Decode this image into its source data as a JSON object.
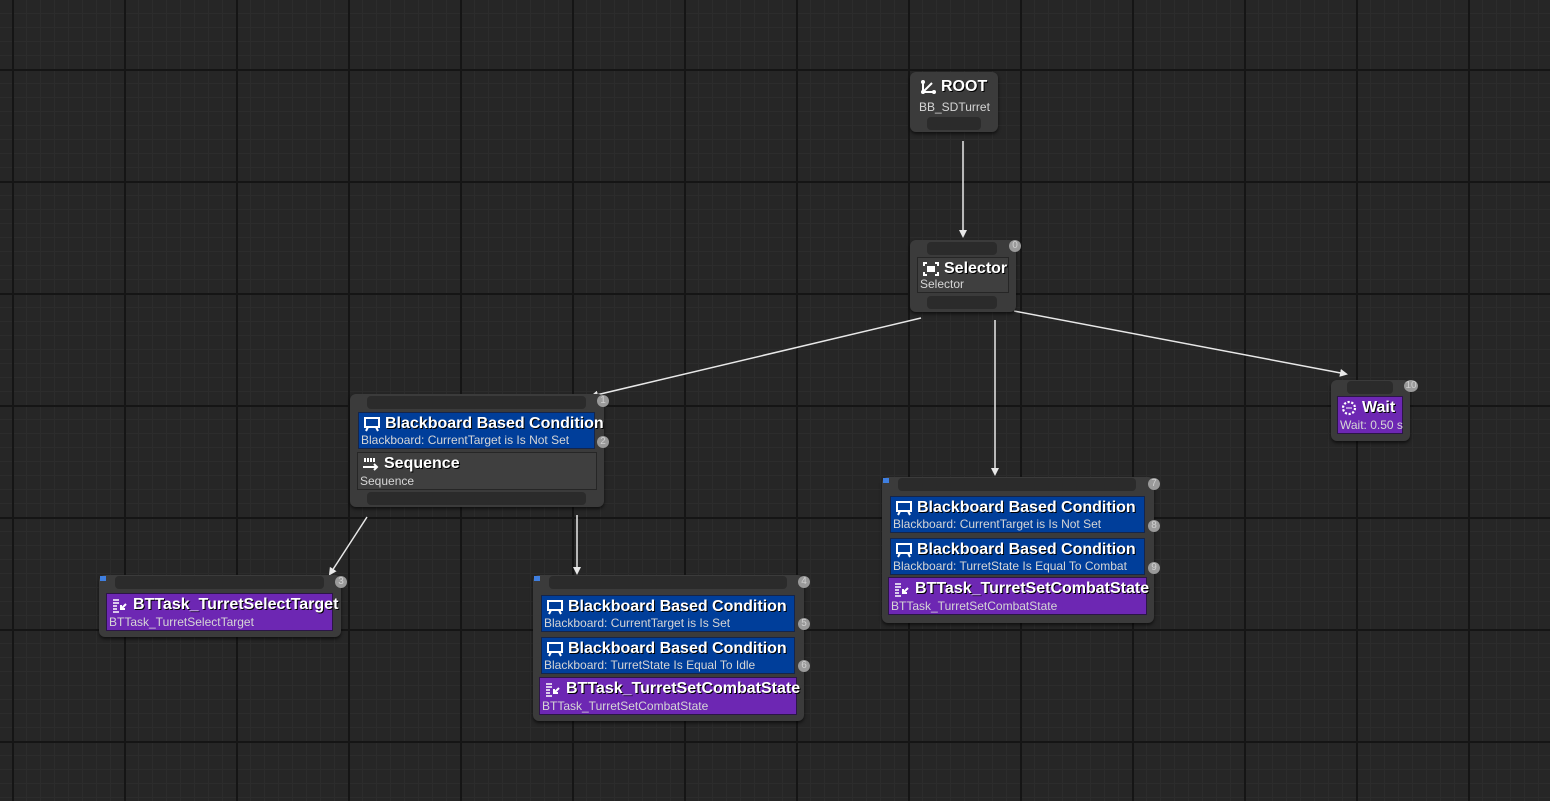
{
  "root": {
    "title": "ROOT",
    "subtitle": "BB_SDTurret",
    "icon": "root-icon"
  },
  "selector": {
    "index": "0",
    "title": "Selector",
    "subtitle": "Selector",
    "icon": "selector-icon"
  },
  "sequence_node": {
    "index": "1",
    "decorator": {
      "index": "2",
      "title": "Blackboard Based Condition",
      "subtitle": "Blackboard: CurrentTarget is Is Not Set",
      "icon": "blackboard-icon"
    },
    "title": "Sequence",
    "subtitle": "Sequence",
    "icon": "sequence-icon"
  },
  "select_target_task": {
    "index": "3",
    "title": "BTTask_TurretSelectTarget",
    "subtitle": "BTTask_TurretSelectTarget",
    "icon": "task-icon"
  },
  "combat_task_a": {
    "index": "4",
    "decorators": [
      {
        "index": "5",
        "title": "Blackboard Based Condition",
        "subtitle": "Blackboard: CurrentTarget is Is Set"
      },
      {
        "index": "6",
        "title": "Blackboard Based Condition",
        "subtitle": "Blackboard: TurretState Is Equal To Idle"
      }
    ],
    "title": "BTTask_TurretSetCombatState",
    "subtitle": "BTTask_TurretSetCombatState"
  },
  "combat_task_b": {
    "index": "7",
    "decorators": [
      {
        "index": "8",
        "title": "Blackboard Based Condition",
        "subtitle": "Blackboard: CurrentTarget is Is Not Set"
      },
      {
        "index": "9",
        "title": "Blackboard Based Condition",
        "subtitle": "Blackboard: TurretState Is Equal To Combat"
      }
    ],
    "title": "BTTask_TurretSetCombatState",
    "subtitle": "BTTask_TurretSetCombatState"
  },
  "wait_task": {
    "index": "10",
    "title": "Wait",
    "subtitle": "Wait: 0.50 s",
    "icon": "wait-icon"
  },
  "colors": {
    "decorator": "#003e9a",
    "task": "#6d27b3",
    "composite": "#3f3f3f",
    "node_frame": "#3b3b3b",
    "wire": "#e8e8e8"
  }
}
